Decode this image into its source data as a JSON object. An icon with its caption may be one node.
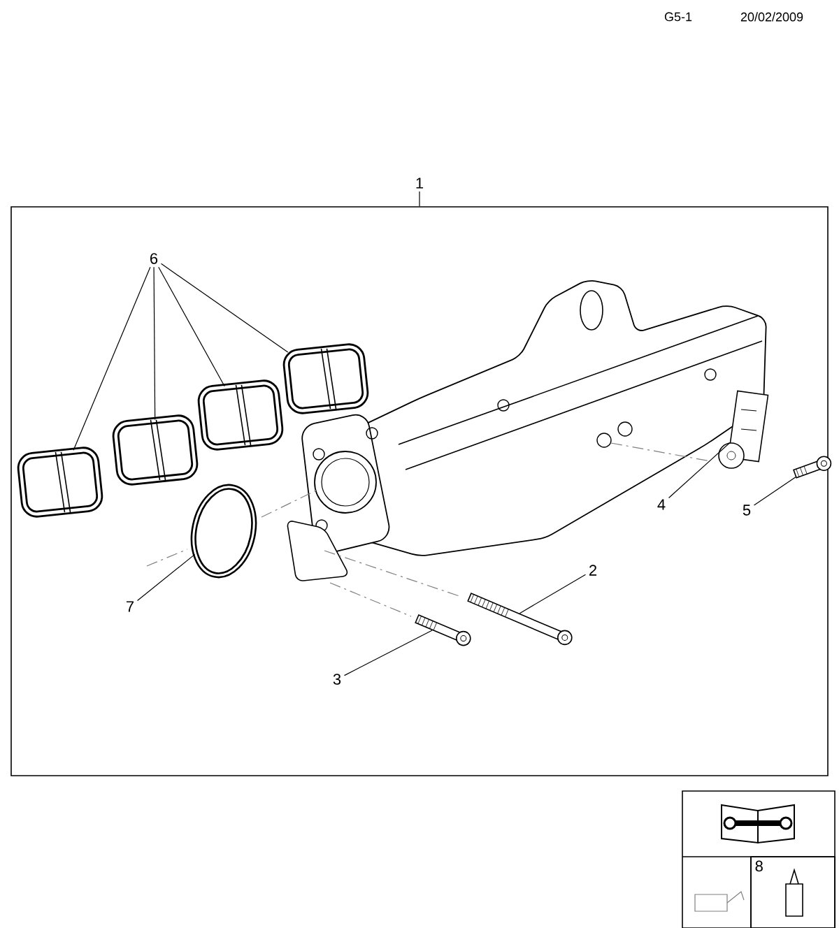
{
  "diagram": {
    "nodes": [
      {
        "text": [
          "1"
        ]
      },
      {
        "text": [],
        "shape": "box"
      },
      {
        "text": [
          "6"
        ],
        "in": 1
      },
      {
        "text": [],
        "shape": "picture",
        "in": 1
      },
      {
        "text": [],
        "shape": "picture",
        "in": 1
      },
      {
        "text": [],
        "shape": "picture",
        "in": 1
      },
      {
        "text": [],
        "shape": "picture",
        "in": 1
      },
      {
        "text": [
          "7"
        ],
        "in": 1
      },
      {
        "text": [],
        "shape": "circle",
        "in": 1
      },
      {
        "text": [
          "2"
        ],
        "in": 1
      },
      {
        "text": [],
        "shape": "picture",
        "in": 1
      },
      {
        "text": [
          "3"
        ],
        "in": 1
      },
      {
        "text": [],
        "shape": "picture",
        "in": 1
      },
      {
        "text": [
          "4"
        ],
        "in": 1
      },
      {
        "text": [],
        "shape": "picture",
        "in": 1
      },
      {
        "text": [
          "5"
        ],
        "in": 1
      },
      {
        "text": [],
        "shape": "picture",
        "in": 1
      },
      {
        "text": [
          "8"
        ]
      }
    ],
    "edges": [
      {
        "from": 0,
        "to": 1,
        "arrow": "none"
      },
      {
        "from": 2,
        "to": 3,
        "arrow": "none"
      },
      {
        "from": 2,
        "to": 4,
        "arrow": "none"
      },
      {
        "from": 2,
        "to": 5,
        "arrow": "none"
      },
      {
        "from": 2,
        "to": 6,
        "arrow": "none"
      },
      {
        "from": 7,
        "to": 8,
        "arrow": "none"
      },
      {
        "from": 9,
        "to": 10,
        "arrow": "none"
      },
      {
        "from": 11,
        "to": 12,
        "arrow": "none"
      },
      {
        "from": 13,
        "to": 14,
        "arrow": "none"
      },
      {
        "from": 15,
        "to": 16,
        "arrow": "none"
      }
    ],
    "labels": [
      "G5-1",
      "20/02/2009"
    ]
  }
}
